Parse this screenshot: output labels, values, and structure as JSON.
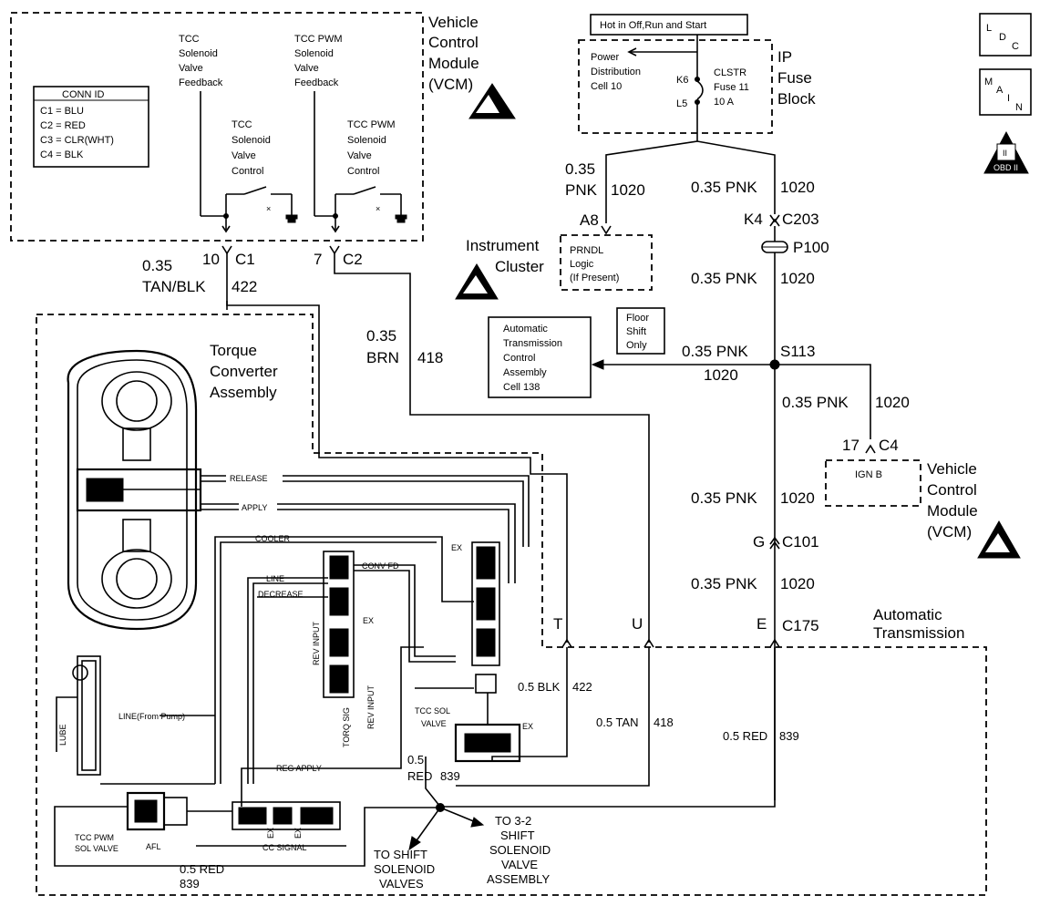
{
  "vcm_top": {
    "title_lines": [
      "Vehicle",
      "Control",
      "Module",
      "(VCM)"
    ],
    "conn_id": {
      "title": "CONN ID",
      "rows": [
        "C1 = BLU",
        "C2 = RED",
        "C3 = CLR(WHT)",
        "C4 = BLK"
      ]
    },
    "tcc_fb": [
      "TCC",
      "Solenoid",
      "Valve",
      "Feedback"
    ],
    "tcc_pwm_fb": [
      "TCC PWM",
      "Solenoid",
      "Valve",
      "Feedback"
    ],
    "tcc_ctrl": [
      "TCC",
      "Solenoid",
      "Valve",
      "Control"
    ],
    "tcc_pwm_ctrl": [
      "TCC PWM",
      "Solenoid",
      "Valve",
      "Control"
    ]
  },
  "fuse_block": {
    "hot_label": "Hot in Off,Run and Start",
    "pdc_lines": [
      "Power",
      "Distribution",
      "Cell 10"
    ],
    "fuse_lines": [
      "CLSTR",
      "Fuse 11",
      "10 A"
    ],
    "k6": "K6",
    "l5": "L5",
    "title_lines": [
      "IP",
      "Fuse",
      "Block"
    ]
  },
  "legend_icons": {
    "ldc": [
      "L",
      "D",
      "C"
    ],
    "main": [
      "M",
      "A",
      "I",
      "N"
    ],
    "obd": "OBD II"
  },
  "wires": {
    "w1020_left_gauge": "0.35",
    "w1020_left_color": "PNK",
    "w1020_left_num": "1020",
    "a8": "A8",
    "w1020_right_top": "0.35 PNK",
    "w1020_right_top_num": "1020",
    "k4": "K4",
    "c203": "C203",
    "p100": "P100",
    "w1020_mid": "0.35 PNK",
    "w1020_mid_num": "1020",
    "s113_wire": "0.35 PNK",
    "s113_num": "1020",
    "s113": "S113",
    "branch_wire": "0.35 PNK",
    "branch_num": "1020",
    "c4_pin": "17",
    "c4": "C4",
    "lower_wire": "0.35 PNK",
    "lower_num": "1020",
    "g": "G",
    "c101": "C101",
    "bottom_wire": "0.35 PNK",
    "bottom_num": "1020",
    "c1_pin": "10",
    "c1": "C1",
    "c2_pin": "7",
    "c2": "C2",
    "w422_gauge": "0.35",
    "w422_color": "TAN/BLK",
    "w422_num": "422",
    "w418_gauge": "0.35",
    "w418_color": "BRN",
    "w418_num": "418",
    "t": "T",
    "u": "U",
    "e": "E",
    "c175": "C175",
    "blk422": "0.5 BLK",
    "blk422_num": "422",
    "tan418": "0.5 TAN",
    "tan418_num": "418",
    "red839": "0.5 RED",
    "red839_num": "839",
    "red839_mid_gauge": "0.5",
    "red839_mid_color": "RED",
    "red839_mid_num": "839",
    "red839_bot": "0.5 RED",
    "red839_bot_num": "839"
  },
  "cluster": {
    "title_lines": [
      "Instrument",
      "Cluster"
    ],
    "prndl": [
      "PRNDL",
      "Logic",
      "(If Present)"
    ]
  },
  "atca": {
    "lines": [
      "Automatic",
      "Transmission",
      "Control",
      "Assembly",
      "Cell 138"
    ],
    "floor": [
      "Floor",
      "Shift",
      "Only"
    ]
  },
  "vcm_right": {
    "ign": "IGN B",
    "title_lines": [
      "Vehicle",
      "Control",
      "Module",
      "(VCM)"
    ]
  },
  "trans": {
    "title_lines": [
      "Automatic",
      "Transmission"
    ],
    "tc_lines": [
      "Torque",
      "Converter",
      "Assembly"
    ],
    "release": "RELEASE",
    "apply": "APPLY",
    "cooler": "COOLER",
    "line": "LINE",
    "decrease": "DECREASE",
    "conv_fd": "CONV FD",
    "ex": "EX",
    "rev_input": "REV INPUT",
    "torq_sig": "TORQ SIG",
    "line_pump": "LINE(From Pump)",
    "lube": "LUBE",
    "reg_apply": "REG APPLY",
    "tcc_sol": [
      "TCC SOL",
      "VALVE"
    ],
    "tcc_pwm_sol": [
      "TCC PWM",
      "SOL VALVE"
    ],
    "afl": "AFL",
    "cc_signal": "CC SIGNAL",
    "to_shift": [
      "TO SHIFT",
      "SOLENOID",
      "VALVES"
    ],
    "to_32": [
      "TO 3-2",
      "SHIFT",
      "SOLENOID",
      "VALVE",
      "ASSEMBLY"
    ]
  }
}
